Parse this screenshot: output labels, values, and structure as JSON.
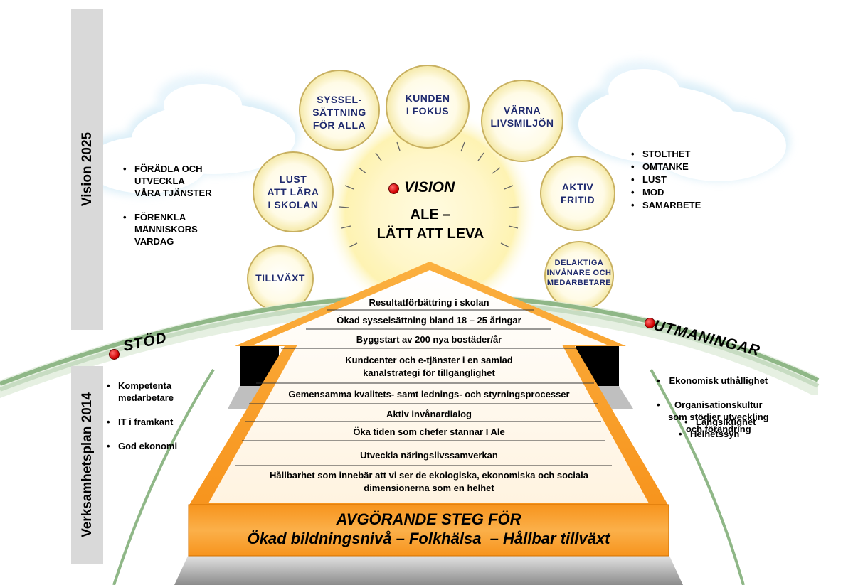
{
  "sidebar": {
    "vision_label": "Vision 2025",
    "plan_label": "Verksamhetsplan 2014"
  },
  "vision_center": {
    "label": "VISION",
    "line1": "ALE –",
    "line2": "LÄTT ATT LEVA"
  },
  "circles": [
    {
      "text": "TILLVÄXT"
    },
    {
      "text": "LUST\nATT LÄRA\nI SKOLAN"
    },
    {
      "text": "SYSSEL-\nSÄTTNING\nFÖR ALLA"
    },
    {
      "text": "KUNDEN\nI FOKUS"
    },
    {
      "text": "VÄRNA\nLIVSMILJÖN"
    },
    {
      "text": "AKTIV\nFRITID"
    },
    {
      "text": "DELAKTIGA\nINVÅNARE OCH\nMEDARBETARE"
    }
  ],
  "left_bullets": [
    "FÖRÄDLA OCH\nUTVECKLA\nVÅRA TJÄNSTER",
    "FÖRENKLA\nMÄNNISKORS\nVARDAG"
  ],
  "right_bullets": [
    "STOLTHET",
    "OMTANKE",
    "LUST",
    "MOD",
    "SAMARBETE"
  ],
  "stod": {
    "title": "STÖD",
    "items": [
      "Kompetenta\nmedarbetare",
      "IT i framkant",
      "God ekonomi"
    ]
  },
  "utmaningar": {
    "title": "UTMANINGAR",
    "items": [
      "Ekonomisk uthållighet",
      "Organisationskultur\nsom stödjer utveckling\noch förändring"
    ],
    "subitems": [
      "Långsiktighet",
      "Helhetssyn"
    ]
  },
  "steps": [
    "Resultatförbättring i skolan",
    "Ökad sysselsättning bland 18 – 25 åringar",
    "Byggstart av 200 nya bostäder/år",
    "Kundcenter och e-tjänster i en samlad\nkanalstrategi för tillgänglighet",
    "Gemensamma kvalitets- samt lednings- och styrningsprocesser",
    "Aktiv invånardialog",
    "Öka tiden som chefer stannar I Ale",
    "Utveckla näringslivssamverkan",
    "Hållbarhet som innebär att vi ser de ekologiska, ekonomiska och sociala\ndimensionerna som en helhet"
  ],
  "base": {
    "line1": "AVGÖRANDE STEG FÖR",
    "line2": "Ökad bildningsnivå – Folkhälsa  – Hållbar tillväxt"
  },
  "colors": {
    "orange": "#f7941d",
    "arc_green": "#8fb787",
    "circle_fill": "#fffbe8",
    "circle_border": "#c8b060",
    "label_blue": "#1f2a6e",
    "sidebar_gray": "#d9d9d9"
  }
}
